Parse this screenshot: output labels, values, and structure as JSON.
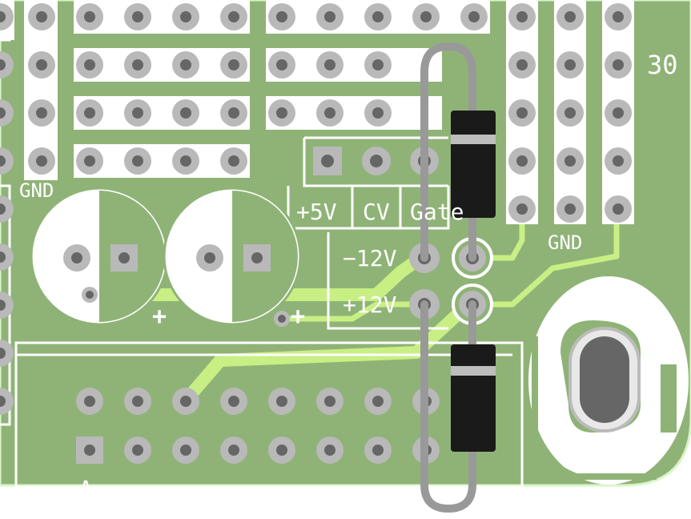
{
  "colors": {
    "board": "#8fb377",
    "board_edge": "#d8f5c8",
    "trace": "#c8ef84",
    "silkscreen": "#ffffff",
    "pad": "#b9b9b9",
    "drill_hole": "#666666",
    "diode_body": "#1a1a1a",
    "diode_band": "#bdbdbd",
    "wire_lead": "#999999"
  },
  "silkscreen": {
    "gnd_left": "GND",
    "gnd_right": "GND",
    "plus_5v": "+5V",
    "cv": "CV",
    "gate": "Gate",
    "minus_12v": "−12V",
    "plus_12v": "+12V",
    "cap1_polarity": "+",
    "cap2_polarity": "+",
    "corner_number": "30",
    "connector_pin1_marker": "A"
  },
  "icons": {
    "capacitor": "electrolytic-capacitor-footprint-icon",
    "diode": "diode-icon",
    "mounting_hole": "slotted-mounting-hole-icon",
    "pad": "through-hole-pad-icon"
  }
}
